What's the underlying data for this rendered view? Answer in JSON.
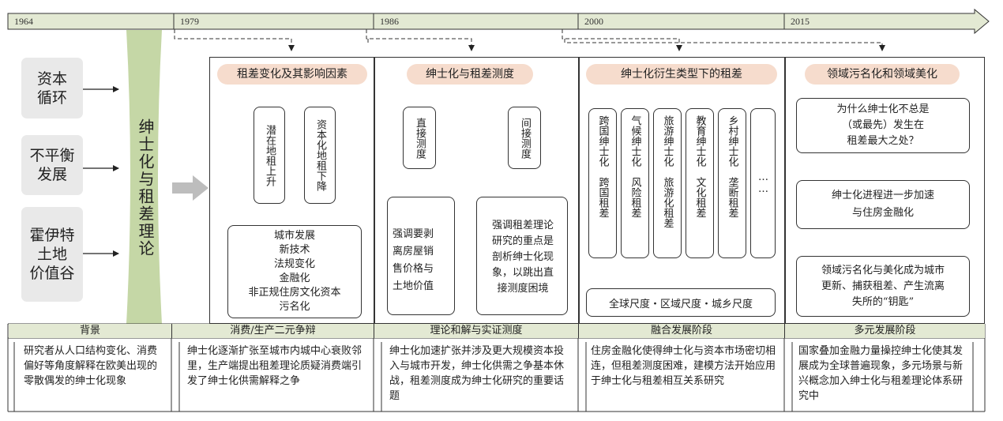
{
  "timeline": {
    "years": [
      "1964",
      "1979",
      "1986",
      "2000",
      "2015"
    ]
  },
  "drivers": [
    {
      "label": "资本\n循环"
    },
    {
      "label": "不平衡\n发展"
    },
    {
      "label": "霍伊特\n土地\n价值谷"
    }
  ],
  "central_theme": "绅士化与租差理论",
  "panel1": {
    "title": "租差变化及其影响因素",
    "left_box": "潜在地租上升",
    "right_box": "资本化地租下降",
    "factors": "城市发展\n新技术\n法规变化\n金融化\n非正规住房文化资本\n污名化"
  },
  "panel2": {
    "title": "绅士化与租差测度",
    "left_box": "直接测度",
    "right_box": "间接测度",
    "left_desc": "强调要剥\n离房屋销\n售价格与\n土地价值",
    "right_desc": "强调租差理论\n研究的重点是\n剖析绅士化现\n象，以跳出直\n接测度困境"
  },
  "panel3": {
    "title": "绅士化衍生类型下的租差",
    "types": [
      "跨国绅士化　跨国租差",
      "气候绅士化　风险租差",
      "旅游绅士化　旅游化租差",
      "教育绅士化　文化租差",
      "乡村绅士化　垄断租差",
      "……"
    ],
    "scales": "全球尺度・区域尺度・城乡尺度"
  },
  "panel4": {
    "title": "领域污名化和领域美化",
    "q1": "为什么绅士化不总是\n（或最先）发生在\n租差最大之处？",
    "q2": "绅士化进程进一步加速\n与住房金融化",
    "q3": "领域污名化与美化成为城市\n更新、捕获租差、产生流离\n失所的“钥匙”"
  },
  "stages": [
    {
      "label": "背景",
      "desc": "研究者从人口结构变化、消费偏好等角度解释在欧美出现的零散偶发的绅士化现象"
    },
    {
      "label": "消费/生产二元争辩",
      "desc": "绅士化逐渐扩张至城市内城中心衰败邻里，生产端提出租差理论质疑消费端引发了绅士化供需解释之争"
    },
    {
      "label": "理论和解与实证测度",
      "desc": "绅士化加速扩张并涉及更大规模资本投入与城市开发，绅士化供需之争基本休战，租差测度成为绅士化研究的重要话题"
    },
    {
      "label": "融合发展阶段",
      "desc": "住房金融化使得绅士化与资本市场密切相连，但租差测度困难，建模方法开始应用于绅士化与租差相互关系研究"
    },
    {
      "label": "多元发展阶段",
      "desc": "国家叠加金融力量操控绅士化使其发展成为全球普遍现象，多元场景与新兴概念加入绅士化与租差理论体系研究中"
    }
  ],
  "colors": {
    "timeline_fill": "#e3e9d3",
    "green_bar": "#c5d7a6",
    "pill": "#f6dccd",
    "gray_box": "#e9e9e9",
    "big_arrow": "#bdbdbd"
  }
}
